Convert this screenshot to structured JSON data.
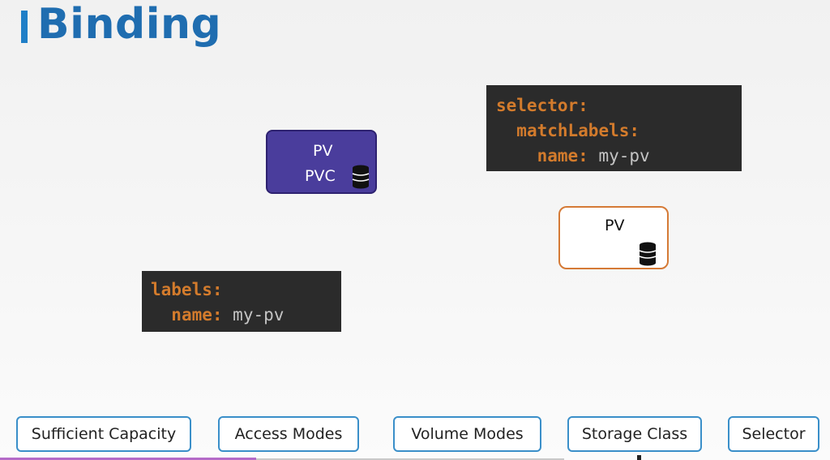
{
  "title": "Binding",
  "selector_code": {
    "line1_key": "selector:",
    "line2_key": "matchLabels:",
    "line3_key": "name:",
    "line3_val": "my-pv"
  },
  "labels_code": {
    "line1_key": "labels:",
    "line2_key": "name:",
    "line2_val": "my-pv"
  },
  "bound_box": {
    "pv_label": "PV",
    "pvc_label": "PVC"
  },
  "pv_box": {
    "label": "PV"
  },
  "criteria": [
    "Sufficient Capacity",
    "Access Modes",
    "Volume Modes",
    "Storage Class",
    "Selector"
  ],
  "colors": {
    "title": "#1f6db0",
    "code_key": "#d37b2c",
    "code_bg": "#2b2b2b",
    "pvc_fill": "#4a3d9c",
    "pv_border": "#d57a36",
    "pill_border": "#3a8fc9"
  },
  "icons": {
    "storage": "database-icon"
  }
}
